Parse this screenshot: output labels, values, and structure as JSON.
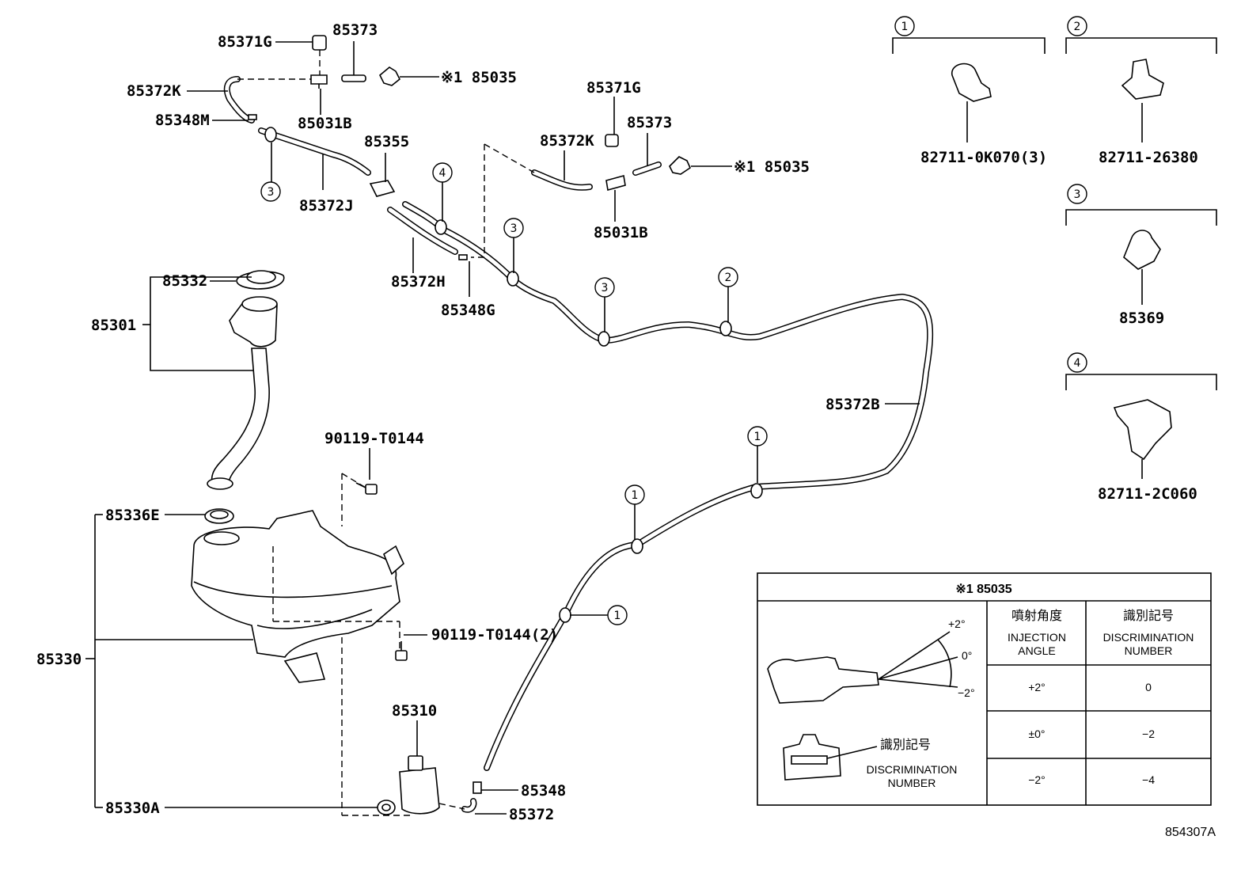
{
  "labels": {
    "p85371G_a": "85371G",
    "p85373_a": "85373",
    "p85372K_a": "85372K",
    "p85035_a": "※1 85035",
    "p85348M": "85348M",
    "p85031B_a": "85031B",
    "p85355": "85355",
    "p85372J": "85372J",
    "p85371G_b": "85371G",
    "p85373_b": "85373",
    "p85372K_b": "85372K",
    "p85035_b": "※1 85035",
    "p85031B_b": "85031B",
    "p85372H": "85372H",
    "p85348G": "85348G",
    "p85332": "85332",
    "p85301": "85301",
    "p85372B": "85372B",
    "p90119_T0144": "90119-T0144",
    "p85336E": "85336E",
    "p90119_T0144_2": "90119-T0144(2)",
    "p85330": "85330",
    "p85310": "85310",
    "p85348": "85348",
    "p85372": "85372",
    "p85330A": "85330A",
    "c82711_0K070": "82711-0K070(3)",
    "c82711_26380": "82711-26380",
    "c85369": "85369",
    "c82711_2C060": "82711-2C060",
    "diagram_code": "854307A"
  },
  "clip_keys": {
    "k1": "1",
    "k2": "2",
    "k3": "3",
    "k4": "4"
  },
  "table": {
    "title": "※1 85035",
    "col_angle_jp": "噴射角度",
    "col_angle_en_1": "INJECTION",
    "col_angle_en_2": "ANGLE",
    "col_num_jp": "識別記号",
    "col_num_en_1": "DISCRIMINATION",
    "col_num_en_2": "NUMBER",
    "angle_plus": "+2°",
    "angle_zero": "0°",
    "angle_minus": "−2°",
    "callout_jp": "識別記号",
    "callout_en_1": "DISCRIMINATION",
    "callout_en_2": "NUMBER",
    "rows": [
      {
        "angle": "+2°",
        "number": "0"
      },
      {
        "angle": "±0°",
        "number": "−2"
      },
      {
        "angle": "−2°",
        "number": "−4"
      }
    ]
  }
}
